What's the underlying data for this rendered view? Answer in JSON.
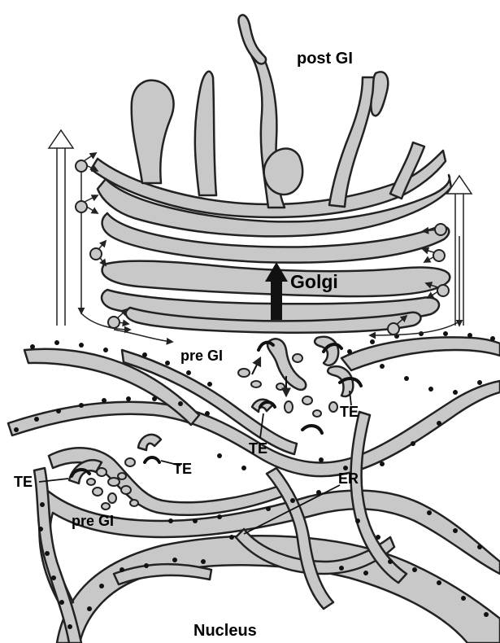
{
  "labels": {
    "post_gi": "post GI",
    "golgi": "Golgi",
    "pre_gi_top": "pre GI",
    "pre_gi_bottom": "pre GI",
    "te_right": "TE",
    "te_center": "TE",
    "te_mid": "TE",
    "te_left": "TE",
    "er": "ER",
    "nucleus": "Nucleus"
  },
  "colors": {
    "membrane_fill": "#c8c8c8",
    "membrane_stroke": "#222222",
    "ribosome": "#111111",
    "background": "#ffffff"
  }
}
